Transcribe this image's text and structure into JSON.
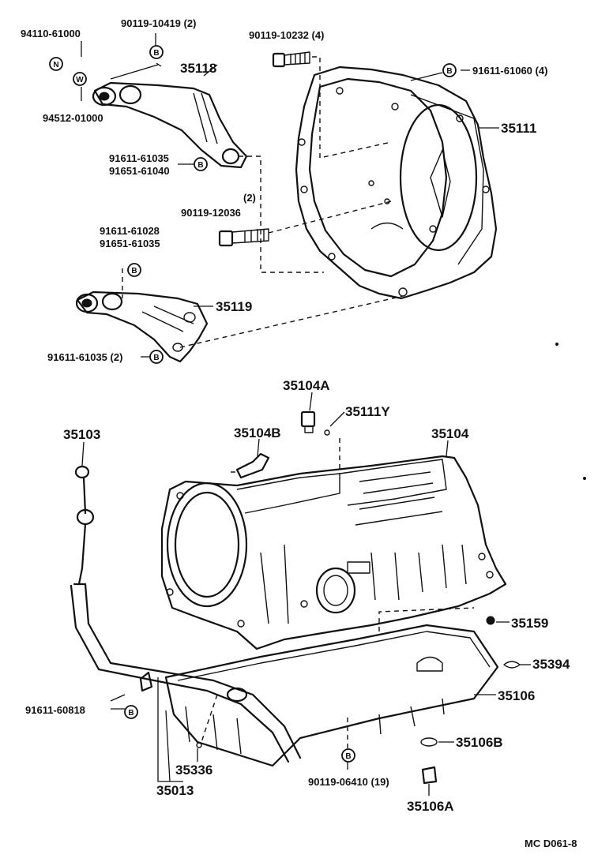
{
  "labels": {
    "p94110": "94110-61000",
    "p90119_10419": "90119-10419 (2)",
    "p90119_10232": "90119-10232 (4)",
    "p91611_61060": "91611-61060 (4)",
    "p35118": "35118",
    "p94512": "94512-01000",
    "p35111": "35111",
    "p91611_61035a": "91611-61035",
    "p91651_61040": "91651-61040",
    "p2": "(2)",
    "p90119_12036": "90119-12036",
    "p91611_61028": "91611-61028",
    "p91651_61035": "91651-61035",
    "p35119": "35119",
    "p91611_61035b": "91611-61035 (2)",
    "p35104A": "35104A",
    "p35111Y": "35111Y",
    "p35103": "35103",
    "p35104B": "35104B",
    "p35104": "35104",
    "p35159": "35159",
    "p35394": "35394",
    "p91611_60818": "91611-60818",
    "p35106": "35106",
    "p35106B": "35106B",
    "p35336": "35336",
    "p90119_06410": "90119-06410 (19)",
    "p35013": "35013",
    "p35106A": "35106A",
    "footer": "MC  D061-8"
  },
  "badges": {
    "n": "N",
    "w": "W",
    "b": "B"
  }
}
